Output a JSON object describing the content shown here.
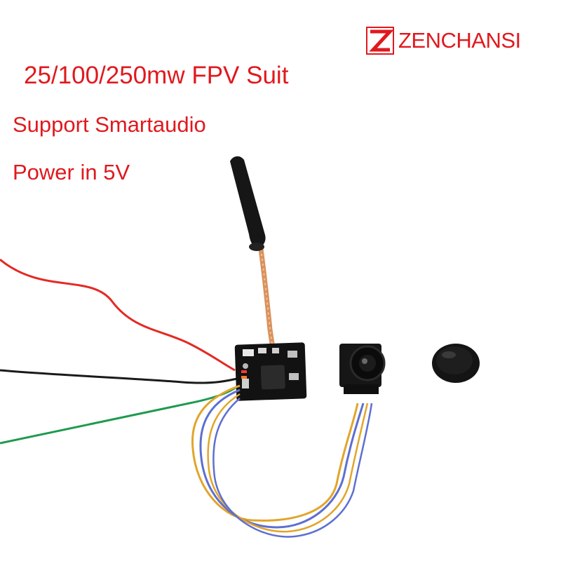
{
  "brand": {
    "name": "ZENCHANSI",
    "color": "#e0191e"
  },
  "promo": {
    "headline": "25/100/250mw FPV Suit",
    "features": [
      "Support Smartaudio",
      "Power in 5V"
    ]
  },
  "colors": {
    "text": "#e0191e",
    "background": "#ffffff",
    "wire_red": "#e32a23",
    "wire_black": "#1a1a1a",
    "wire_green": "#1f9a4e",
    "wire_yellow": "#e2a52a",
    "wire_blue": "#5d6fd0",
    "antenna_cable": "#d9925d"
  }
}
